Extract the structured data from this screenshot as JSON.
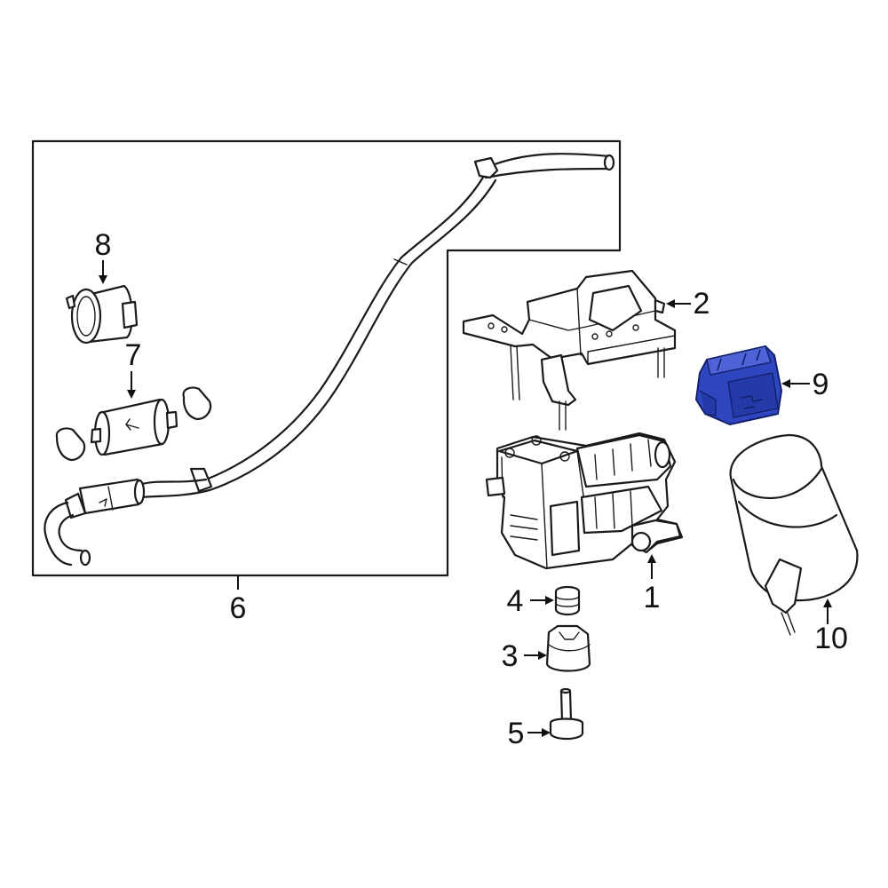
{
  "diagram": {
    "highlight_color": "#2e46c0",
    "highlight_dark": "#14206a",
    "line_color": "#1a1a1a",
    "callouts": [
      {
        "id": "1",
        "label": "1"
      },
      {
        "id": "2",
        "label": "2"
      },
      {
        "id": "3",
        "label": "3"
      },
      {
        "id": "4",
        "label": "4"
      },
      {
        "id": "5",
        "label": "5"
      },
      {
        "id": "6",
        "label": "6"
      },
      {
        "id": "7",
        "label": "7"
      },
      {
        "id": "8",
        "label": "8"
      },
      {
        "id": "9",
        "label": "9"
      },
      {
        "id": "10",
        "label": "10"
      }
    ],
    "highlighted_part": "9"
  }
}
